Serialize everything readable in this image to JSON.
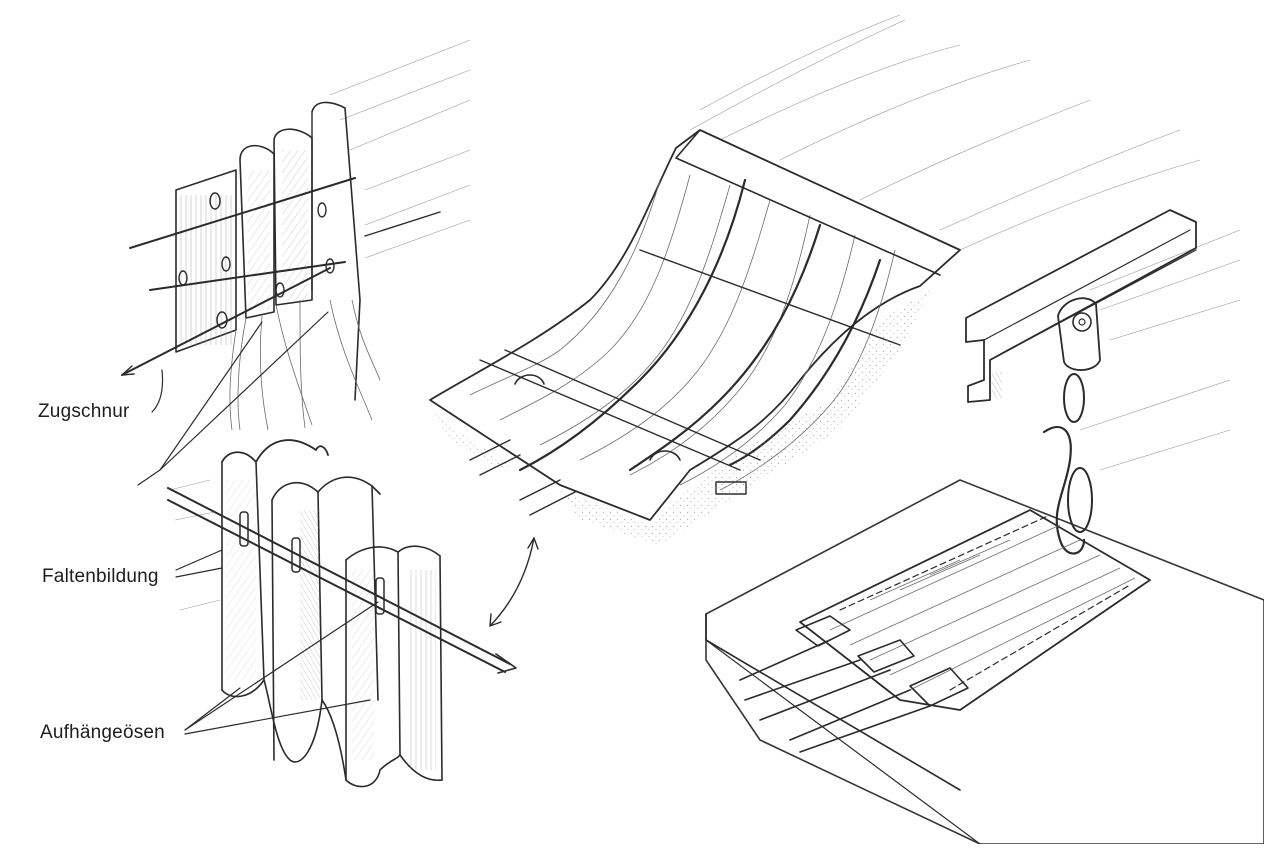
{
  "labels": {
    "pull_cord": "Zugschnur",
    "pleat_formation": "Faltenbildung",
    "hanging_loops": "Aufhängeösen"
  },
  "style": {
    "ink_color": "#2b2b2b",
    "background": "#ffffff"
  }
}
